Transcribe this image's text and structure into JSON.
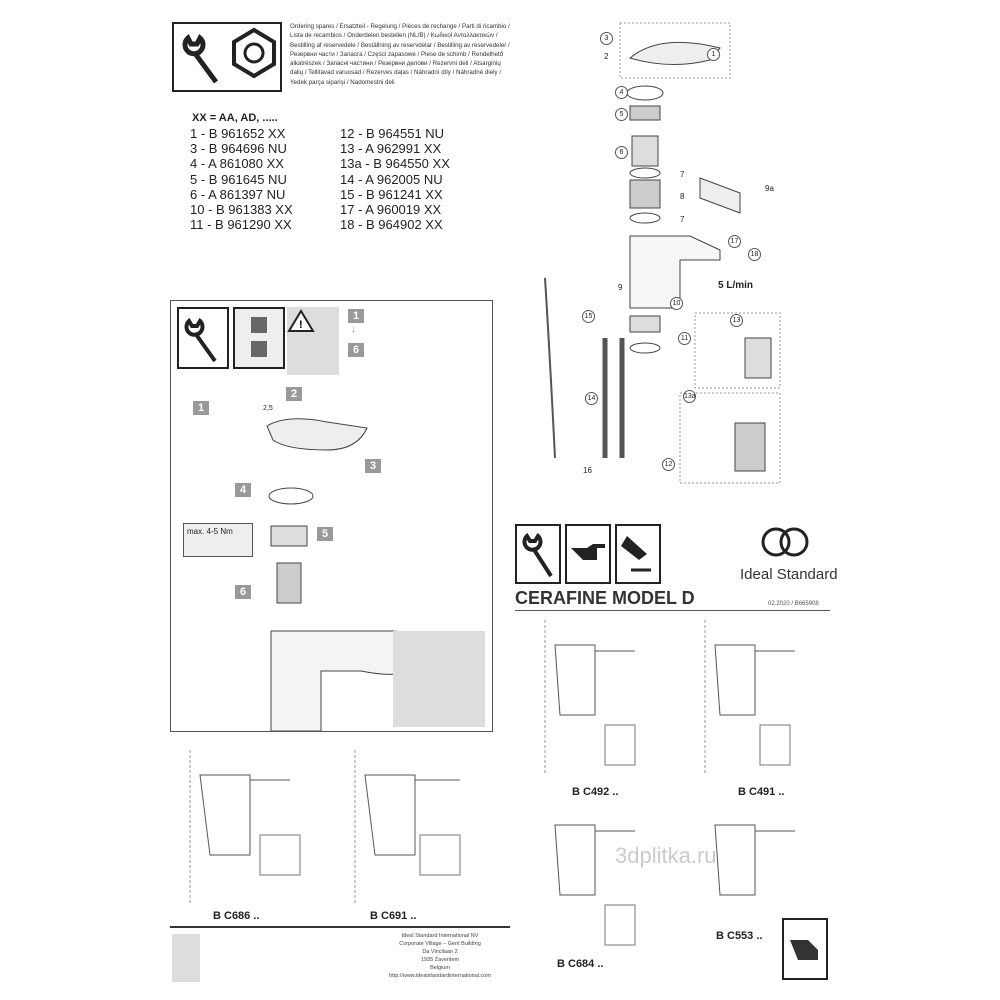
{
  "spares_header": "Ordering spares / Ersatzteil - Regelung / Pièces de rechange / Parti di ricambio / Lista de recambios / Onderdelen bestellen (NL/B) / Κωδικοί Ανταλλακτικών / Bestilling af reservedele / Beställning av reservdelar / Bestilling av reservedeler / Резервни части / Запасга / Części zapasowe / Piese de schimb / Rendelhető alkatrészek / Запасні частини / Резервни делови / Rezervni deli / Atsarginių dalių / Tellitavad varuosad / Rezerves daļas / Náhradní díly / Náhradné diely / Yedek parça siparişi / Nadomestni deli",
  "parts_note": "XX = AA, AD, .....",
  "parts_left": [
    "1 - B 961652 XX",
    "3 - B 964696 NU",
    "4 - A 861080 XX",
    "5 - B 961645 NU",
    "6 - A 861397 NU",
    "10 - B 961383 XX",
    "11 - B 961290 XX"
  ],
  "parts_right": [
    "12 - B 964551 NU",
    "13 - A 962991 XX",
    "13a - B 964550 XX",
    "14 - A 962005 NU",
    "15 - B 961241 XX",
    "17 - A 960019 XX",
    "18 - B 964902 XX"
  ],
  "steps": {
    "s1": "1",
    "s2": "2",
    "s3": "3",
    "s4": "4",
    "s5": "5",
    "s6": "6",
    "seq_top": "1",
    "seq_bottom": "6",
    "dim": "2,5",
    "torque": "max. 4-5 Nm"
  },
  "exploded": [
    "1",
    "2",
    "3",
    "4",
    "5",
    "6",
    "7",
    "8",
    "7",
    "9a",
    "17",
    "18",
    "9",
    "10",
    "11",
    "13",
    "15",
    "14",
    "13a",
    "12",
    "16"
  ],
  "flow": "5 L/min",
  "brand": "Ideal Standard",
  "title": "CERAFINE MODEL D",
  "doc_code": "02.2020 / B665908",
  "models": {
    "c492": "B C492 ..",
    "c491": "B C491 ..",
    "c684": "B C684 ..",
    "c553": "B C553 ..",
    "c686": "B C686 ..",
    "c691": "B C691 .."
  },
  "watermark": "3dplitka.ru",
  "address": [
    "Ideal Standard International NV",
    "Corporate Village – Gent Building",
    "Da Vincilaan 2",
    "1935 Zaventem",
    "Belgium",
    "http://www.idealstandardinternational.com"
  ]
}
